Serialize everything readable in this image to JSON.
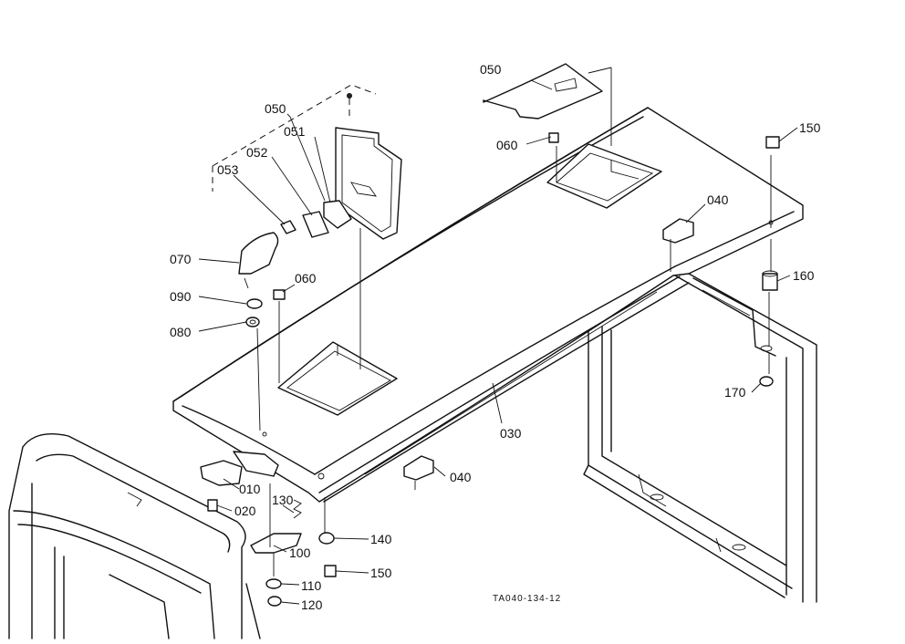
{
  "labels": {
    "p050a": "050",
    "p050b": "050",
    "p051": "051",
    "p052": "052",
    "p053": "053",
    "p060a": "060",
    "p060b": "060",
    "p070": "070",
    "p090": "090",
    "p080": "080",
    "p040a": "040",
    "p040b": "040",
    "p030": "030",
    "p010": "010",
    "p020": "020",
    "p130": "130",
    "p100": "100",
    "p110": "110",
    "p120": "120",
    "p140": "140",
    "p150a": "150",
    "p150b": "150",
    "p160": "160",
    "p170": "170"
  },
  "drawing_code": "TA040-134-12"
}
